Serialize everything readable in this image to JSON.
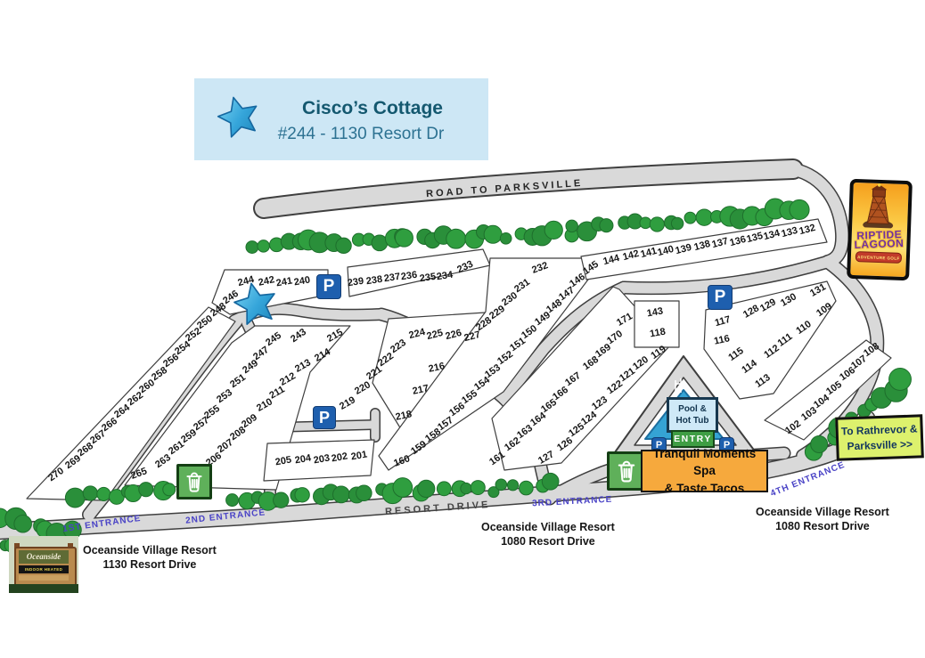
{
  "banner": {
    "title": "Cisco’s Cottage",
    "address": "#244 - 1130 Resort Dr"
  },
  "roads": {
    "top_label": "ROAD TO PARKSVILLE",
    "bottom_label": "RESORT DRIVE"
  },
  "entrances": [
    {
      "label": "1ST ENTRANCE"
    },
    {
      "label": "2ND ENTRANCE"
    },
    {
      "label": "3RD ENTRANCE"
    },
    {
      "label": "4TH ENTRANCE"
    }
  ],
  "addresses": [
    {
      "line1": "Oceanside Village Resort",
      "line2": "1130 Resort Drive"
    },
    {
      "line1": "Oceanside Village Resort",
      "line2": "1080 Resort Drive"
    },
    {
      "line1": "Oceanside Village Resort",
      "line2": "1080 Resort Drive"
    }
  ],
  "signs": {
    "pool": {
      "line1": "Pool &",
      "line2": "Hot Tub"
    },
    "entry": "ENTRY",
    "spa": {
      "line1": "Tranquil Moments Spa",
      "line2": "& Taste Tacos"
    },
    "direction": {
      "line1": "To Rathrevor &",
      "line2": "Parksville >>"
    },
    "riptide": {
      "line1": "RIPTIDE",
      "line2": "LAGOON",
      "tagline": "ADVENTURE GOLF"
    },
    "oceanside_sign": {
      "name": "Oceanside",
      "band": "INDOOR HEATED POOL"
    }
  },
  "parking_label": "P",
  "colors": {
    "banner_bg": "#cde7f5",
    "banner_text": "#14586f",
    "road_fill": "#d9d9d9",
    "tree_green": "#2f9e3f",
    "entrance_text": "#4a43c6",
    "entry_green": "#3f9e44",
    "spa_orange": "#f6a93d",
    "direction_yellow": "#ddf16d",
    "parking_blue": "#1e5fae",
    "pool_blue": "#35a3d4",
    "starfish_blue": "#35a5da",
    "trash_green": "#5fb05a"
  },
  "map": {
    "lots": [
      [
        "244",
        276,
        316,
        -15
      ],
      [
        "242",
        299,
        316,
        -12
      ],
      [
        "241",
        319,
        317,
        -10
      ],
      [
        "240",
        339,
        316,
        -10
      ],
      [
        "246",
        259,
        334,
        -35
      ],
      [
        "248",
        245,
        348,
        -35
      ],
      [
        "250",
        230,
        362,
        -35
      ],
      [
        "252",
        217,
        376,
        -35
      ],
      [
        "254",
        205,
        391,
        -35
      ],
      [
        "256",
        192,
        405,
        -35
      ],
      [
        "258",
        179,
        420,
        -35
      ],
      [
        "260",
        165,
        434,
        -35
      ],
      [
        "262",
        152,
        448,
        -35
      ],
      [
        "264",
        137,
        462,
        -35
      ],
      [
        "266",
        123,
        477,
        -35
      ],
      [
        "267",
        110,
        491,
        -35
      ],
      [
        "268",
        96,
        505,
        -35
      ],
      [
        "269",
        82,
        519,
        -35
      ],
      [
        "270",
        63,
        533,
        -35
      ],
      [
        "245",
        307,
        381,
        -35
      ],
      [
        "243",
        335,
        377,
        -35
      ],
      [
        "247",
        293,
        397,
        -35
      ],
      [
        "249",
        281,
        412,
        -35
      ],
      [
        "251",
        267,
        428,
        -35
      ],
      [
        "253",
        252,
        445,
        -35
      ],
      [
        "255",
        238,
        463,
        -35
      ],
      [
        "257",
        226,
        476,
        -35
      ],
      [
        "259",
        212,
        490,
        -35
      ],
      [
        "261",
        198,
        503,
        -35
      ],
      [
        "263",
        183,
        518,
        -35
      ],
      [
        "265",
        156,
        532,
        -20
      ],
      [
        "215",
        376,
        377,
        -30
      ],
      [
        "214",
        362,
        399,
        -30
      ],
      [
        "213",
        340,
        411,
        -30
      ],
      [
        "212",
        323,
        426,
        -30
      ],
      [
        "211",
        311,
        441,
        -30
      ],
      [
        "210",
        297,
        455,
        -30
      ],
      [
        "209",
        280,
        473,
        -35
      ],
      [
        "208",
        267,
        487,
        -35
      ],
      [
        "207",
        253,
        501,
        -35
      ],
      [
        "206",
        240,
        516,
        -35
      ],
      [
        "205",
        318,
        518,
        -10
      ],
      [
        "204",
        340,
        516,
        -10
      ],
      [
        "203",
        361,
        516,
        -10
      ],
      [
        "202",
        381,
        514,
        -10
      ],
      [
        "201",
        403,
        512,
        -10
      ],
      [
        "239",
        399,
        317,
        -8
      ],
      [
        "238",
        420,
        315,
        -8
      ],
      [
        "237",
        440,
        312,
        -8
      ],
      [
        "236",
        459,
        310,
        -8
      ],
      [
        "235",
        480,
        312,
        -8
      ],
      [
        "234",
        499,
        310,
        -8
      ],
      [
        "233",
        522,
        300,
        -25
      ],
      [
        "232",
        606,
        301,
        -20
      ],
      [
        "231",
        586,
        321,
        -35
      ],
      [
        "230",
        572,
        336,
        -35
      ],
      [
        "229",
        558,
        351,
        -35
      ],
      [
        "228",
        543,
        364,
        -35
      ],
      [
        "227",
        530,
        378,
        -15
      ],
      [
        "226",
        509,
        376,
        -15
      ],
      [
        "225",
        488,
        376,
        -15
      ],
      [
        "224",
        468,
        375,
        -15
      ],
      [
        "223",
        447,
        389,
        -35
      ],
      [
        "222",
        433,
        404,
        -35
      ],
      [
        "221",
        420,
        419,
        -35
      ],
      [
        "220",
        407,
        436,
        -30
      ],
      [
        "219",
        390,
        453,
        -30
      ],
      [
        "218",
        453,
        467,
        -12
      ],
      [
        "217",
        472,
        438,
        -12
      ],
      [
        "216",
        490,
        413,
        -12
      ],
      [
        "145",
        663,
        301,
        -35
      ],
      [
        "146",
        648,
        315,
        -35
      ],
      [
        "147",
        636,
        330,
        -35
      ],
      [
        "148",
        622,
        344,
        -35
      ],
      [
        "149",
        609,
        358,
        -35
      ],
      [
        "150",
        594,
        373,
        -35
      ],
      [
        "151",
        581,
        387,
        -35
      ],
      [
        "152",
        567,
        402,
        -35
      ],
      [
        "153",
        553,
        417,
        -35
      ],
      [
        "154",
        541,
        431,
        -35
      ],
      [
        "155",
        527,
        446,
        -35
      ],
      [
        "156",
        513,
        460,
        -35
      ],
      [
        "157",
        500,
        476,
        -35
      ],
      [
        "158",
        486,
        489,
        -35
      ],
      [
        "159",
        470,
        503,
        -35
      ],
      [
        "160",
        451,
        518,
        -20
      ],
      [
        "161",
        558,
        515,
        -35
      ],
      [
        "162",
        575,
        499,
        -35
      ],
      [
        "163",
        589,
        485,
        -35
      ],
      [
        "164",
        604,
        471,
        -35
      ],
      [
        "165",
        616,
        456,
        -35
      ],
      [
        "166",
        629,
        442,
        -35
      ],
      [
        "167",
        643,
        426,
        -35
      ],
      [
        "168",
        663,
        408,
        -35
      ],
      [
        "169",
        677,
        394,
        -35
      ],
      [
        "170",
        690,
        379,
        -35
      ],
      [
        "171",
        701,
        359,
        -30
      ],
      [
        "119",
        739,
        396,
        -35
      ],
      [
        "120",
        719,
        408,
        -35
      ],
      [
        "121",
        704,
        421,
        -35
      ],
      [
        "122",
        690,
        435,
        -35
      ],
      [
        "123",
        673,
        453,
        -35
      ],
      [
        "124",
        661,
        470,
        -35
      ],
      [
        "125",
        647,
        483,
        -35
      ],
      [
        "126",
        634,
        499,
        -35
      ],
      [
        "127",
        613,
        514,
        -30
      ],
      [
        "144",
        686,
        292,
        -15
      ],
      [
        "142",
        708,
        287,
        -15
      ],
      [
        "141",
        728,
        284,
        -15
      ],
      [
        "140",
        747,
        282,
        -15
      ],
      [
        "139",
        767,
        280,
        -15
      ],
      [
        "138",
        788,
        276,
        -15
      ],
      [
        "137",
        808,
        273,
        -15
      ],
      [
        "136",
        828,
        271,
        -15
      ],
      [
        "135",
        847,
        267,
        -15
      ],
      [
        "134",
        866,
        264,
        -15
      ],
      [
        "133",
        886,
        261,
        -15
      ],
      [
        "132",
        906,
        258,
        -15
      ],
      [
        "143",
        735,
        351,
        -10
      ],
      [
        "118",
        738,
        374,
        -10
      ],
      [
        "117",
        811,
        361,
        -15
      ],
      [
        "116",
        810,
        382,
        -12
      ],
      [
        "115",
        826,
        398,
        -35
      ],
      [
        "114",
        841,
        412,
        -35
      ],
      [
        "113",
        856,
        428,
        -35
      ],
      [
        "112",
        866,
        395,
        -35
      ],
      [
        "111",
        881,
        382,
        -35
      ],
      [
        "110",
        902,
        368,
        -35
      ],
      [
        "109",
        925,
        348,
        -35
      ],
      [
        "128",
        843,
        350,
        -30
      ],
      [
        "129",
        862,
        343,
        -30
      ],
      [
        "130",
        885,
        337,
        -30
      ],
      [
        "131",
        918,
        326,
        -30
      ],
      [
        "108",
        978,
        393,
        -35
      ],
      [
        "107",
        964,
        407,
        -35
      ],
      [
        "106",
        951,
        420,
        -35
      ],
      [
        "105",
        936,
        436,
        -35
      ],
      [
        "104",
        922,
        451,
        -35
      ],
      [
        "103",
        908,
        465,
        -35
      ],
      [
        "102",
        890,
        480,
        -35
      ]
    ]
  }
}
